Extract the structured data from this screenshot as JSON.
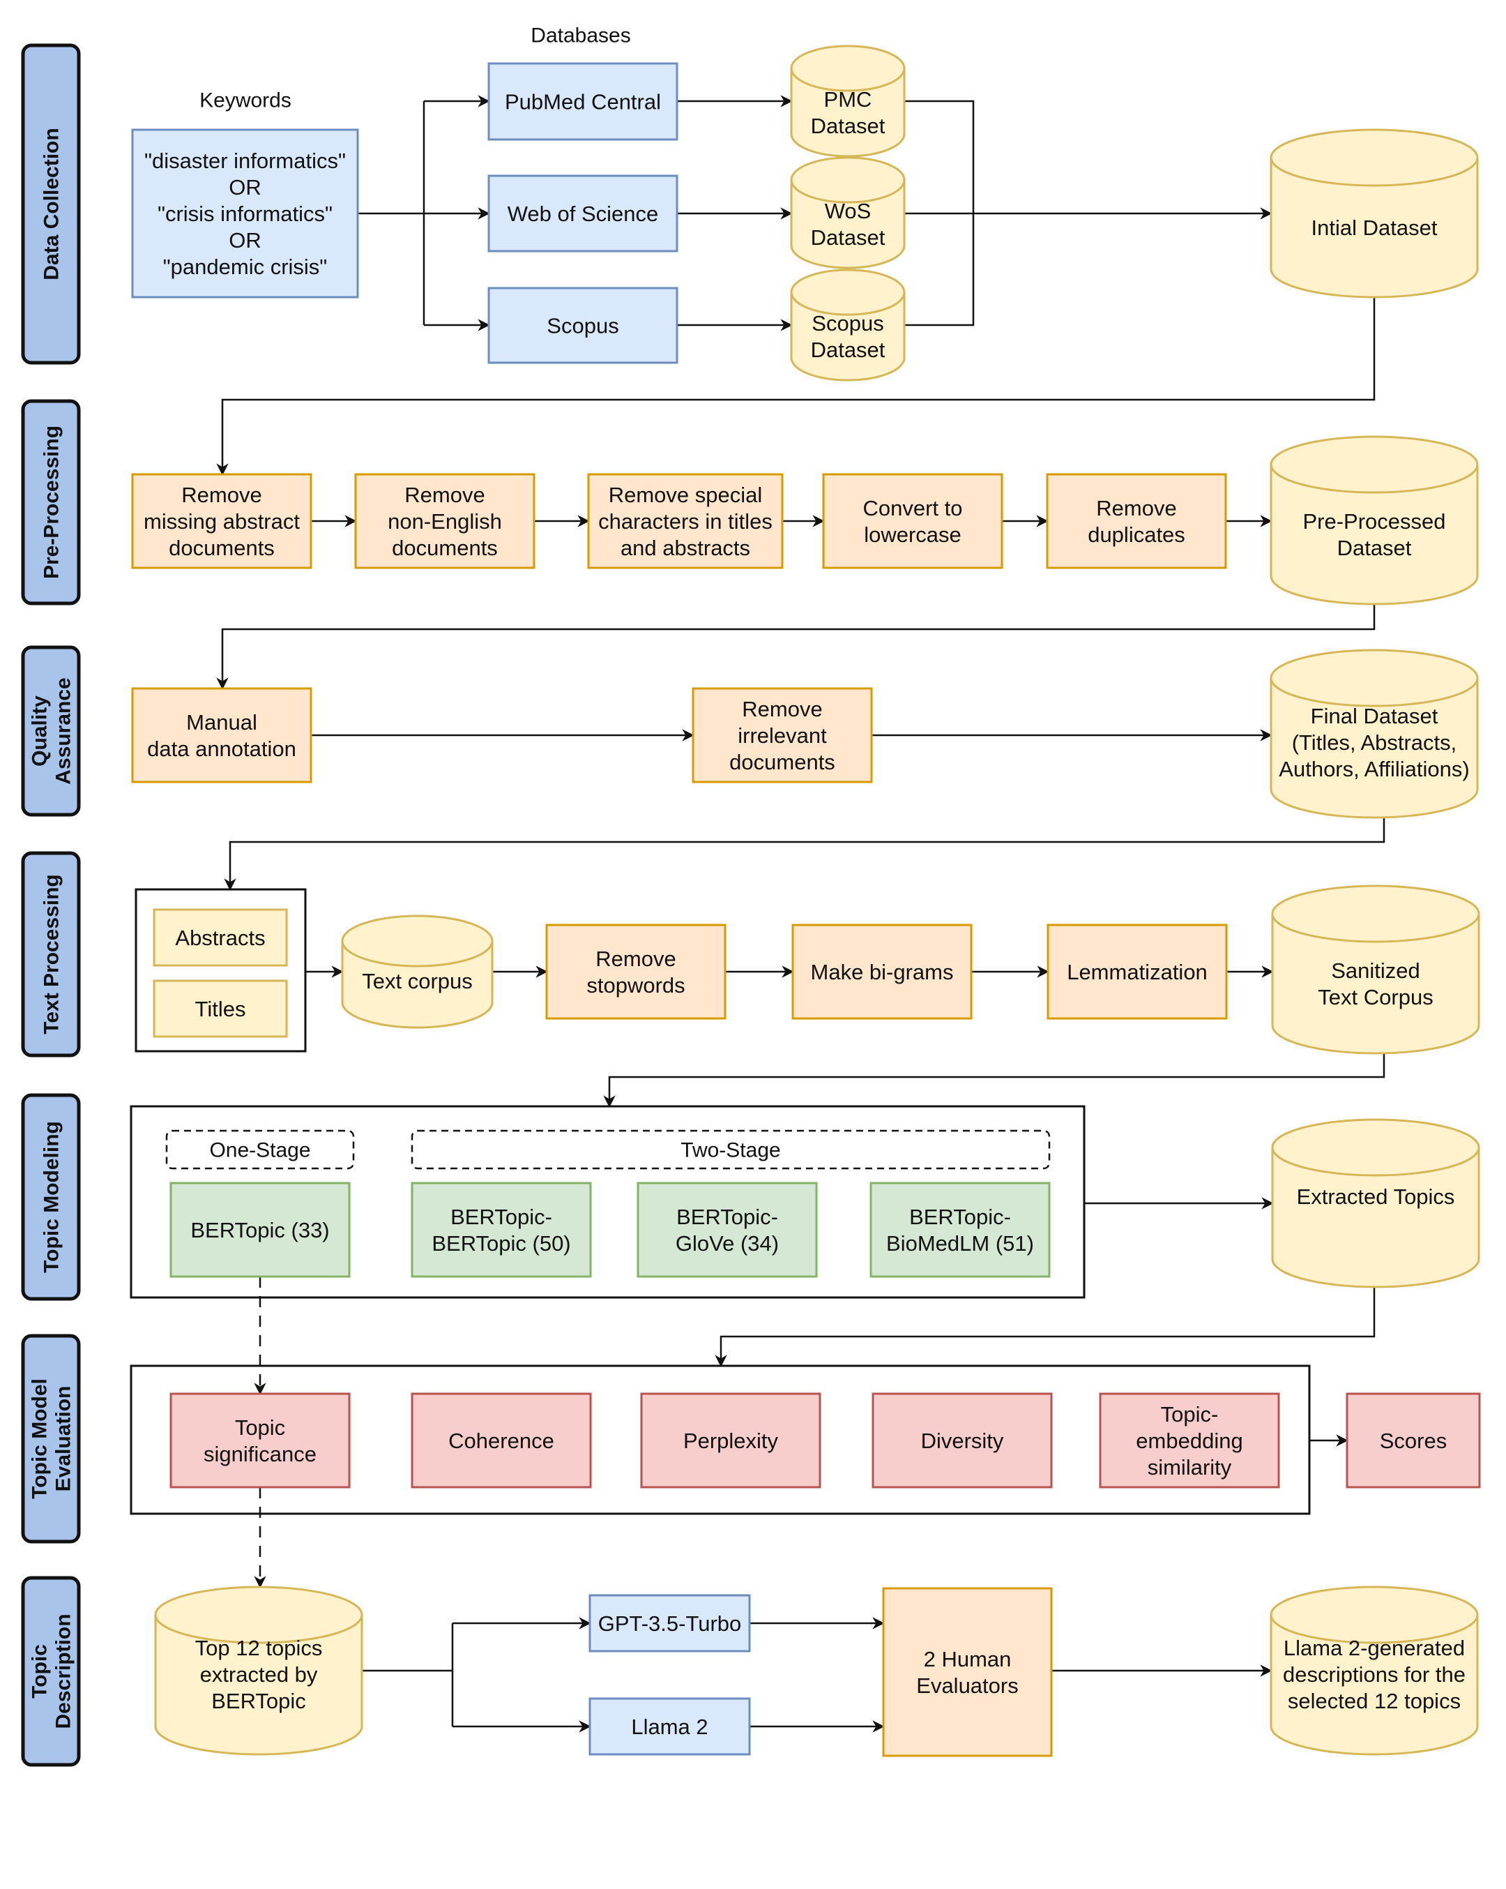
{
  "colors": {
    "blue_fill": "#dae8fc",
    "blue_stroke": "#6c8ebf",
    "orange_fill": "#ffe6cc",
    "orange_stroke": "#d79b00",
    "yellow_fill": "#fff2cc",
    "yellow_stroke": "#d6b656",
    "green_fill": "#d5e8d4",
    "green_stroke": "#82b366",
    "red_fill": "#f8cecc",
    "red_stroke": "#b85450",
    "lane_fill": "#a9c4eb",
    "lane_stroke": "#111111"
  },
  "lanes": [
    {
      "id": "data-collection",
      "lines": [
        "Data Collection"
      ]
    },
    {
      "id": "pre-processing",
      "lines": [
        "Pre-Processing"
      ]
    },
    {
      "id": "quality-assurance",
      "lines": [
        "Quality",
        "Assurance"
      ]
    },
    {
      "id": "text-processing",
      "lines": [
        "Text Processing"
      ]
    },
    {
      "id": "topic-modeling",
      "lines": [
        "Topic Modeling"
      ]
    },
    {
      "id": "topic-model-evaluation",
      "lines": [
        "Topic Model",
        "Evaluation"
      ]
    },
    {
      "id": "topic-description",
      "lines": [
        "Topic",
        "Description"
      ]
    }
  ],
  "labels": {
    "databases": "Databases",
    "keywords": "Keywords",
    "one_stage": "One-Stage",
    "two_stage": "Two-Stage"
  },
  "nodes": {
    "keywords_box": {
      "lines": [
        "\"disaster informatics\"",
        "OR",
        "\"crisis informatics\"",
        "OR",
        "\"pandemic crisis\""
      ]
    },
    "pubmed": {
      "lines": [
        "PubMed Central"
      ]
    },
    "wos": {
      "lines": [
        "Web of Science"
      ]
    },
    "scopus": {
      "lines": [
        "Scopus"
      ]
    },
    "pmc_dataset": {
      "lines": [
        "PMC",
        "Dataset"
      ]
    },
    "wos_dataset": {
      "lines": [
        "WoS",
        "Dataset"
      ]
    },
    "scopus_dataset": {
      "lines": [
        "Scopus",
        "Dataset"
      ]
    },
    "initial_dataset": {
      "lines": [
        "Intial Dataset"
      ]
    },
    "remove_missing": {
      "lines": [
        "Remove",
        "missing abstract",
        "documents"
      ]
    },
    "remove_non_english": {
      "lines": [
        "Remove",
        "non-English",
        "documents"
      ]
    },
    "remove_special": {
      "lines": [
        "Remove special",
        "characters in titles",
        "and abstracts"
      ]
    },
    "convert_lowercase": {
      "lines": [
        "Convert to",
        "lowercase"
      ]
    },
    "remove_duplicates": {
      "lines": [
        "Remove",
        "duplicates"
      ]
    },
    "preprocessed_dataset": {
      "lines": [
        "Pre-Processed",
        "Dataset"
      ]
    },
    "manual_annotation": {
      "lines": [
        "Manual",
        "data annotation"
      ]
    },
    "remove_irrelevant": {
      "lines": [
        "Remove",
        "irrelevant",
        "documents"
      ]
    },
    "final_dataset": {
      "lines": [
        "Final Dataset",
        "(Titles, Abstracts,",
        "Authors, Affiliations)"
      ]
    },
    "abstracts": {
      "lines": [
        "Abstracts"
      ]
    },
    "titles": {
      "lines": [
        "Titles"
      ]
    },
    "text_corpus": {
      "lines": [
        "Text corpus"
      ]
    },
    "remove_stopwords": {
      "lines": [
        "Remove",
        "stopwords"
      ]
    },
    "bigrams": {
      "lines": [
        "Make bi-grams"
      ]
    },
    "lemmatization": {
      "lines": [
        "Lemmatization"
      ]
    },
    "sanitized_corpus": {
      "lines": [
        "Sanitized",
        "Text Corpus"
      ]
    },
    "bertopic_33": {
      "lines": [
        "BERTopic (33)"
      ]
    },
    "bertopic_bertopic": {
      "lines": [
        "BERTopic-",
        "BERTopic (50)"
      ]
    },
    "bertopic_glove": {
      "lines": [
        "BERTopic-",
        "GloVe (34)"
      ]
    },
    "bertopic_biomedlm": {
      "lines": [
        "BERTopic-",
        "BioMedLM (51)"
      ]
    },
    "extracted_topics": {
      "lines": [
        "Extracted Topics"
      ]
    },
    "topic_significance": {
      "lines": [
        "Topic",
        "significance"
      ]
    },
    "coherence": {
      "lines": [
        "Coherence"
      ]
    },
    "perplexity": {
      "lines": [
        "Perplexity"
      ]
    },
    "diversity": {
      "lines": [
        "Diversity"
      ]
    },
    "embedding_similarity": {
      "lines": [
        "Topic-",
        "embedding",
        "similarity"
      ]
    },
    "scores": {
      "lines": [
        "Scores"
      ]
    },
    "top12": {
      "lines": [
        "Top 12 topics",
        "extracted by",
        "BERTopic"
      ]
    },
    "gpt35": {
      "lines": [
        "GPT-3.5-Turbo"
      ]
    },
    "llama2": {
      "lines": [
        "Llama 2"
      ]
    },
    "human_evaluators": {
      "lines": [
        "2 Human",
        "Evaluators"
      ]
    },
    "llama_descriptions": {
      "lines": [
        "Llama 2-generated",
        "descriptions for the",
        "selected 12 topics"
      ]
    }
  }
}
